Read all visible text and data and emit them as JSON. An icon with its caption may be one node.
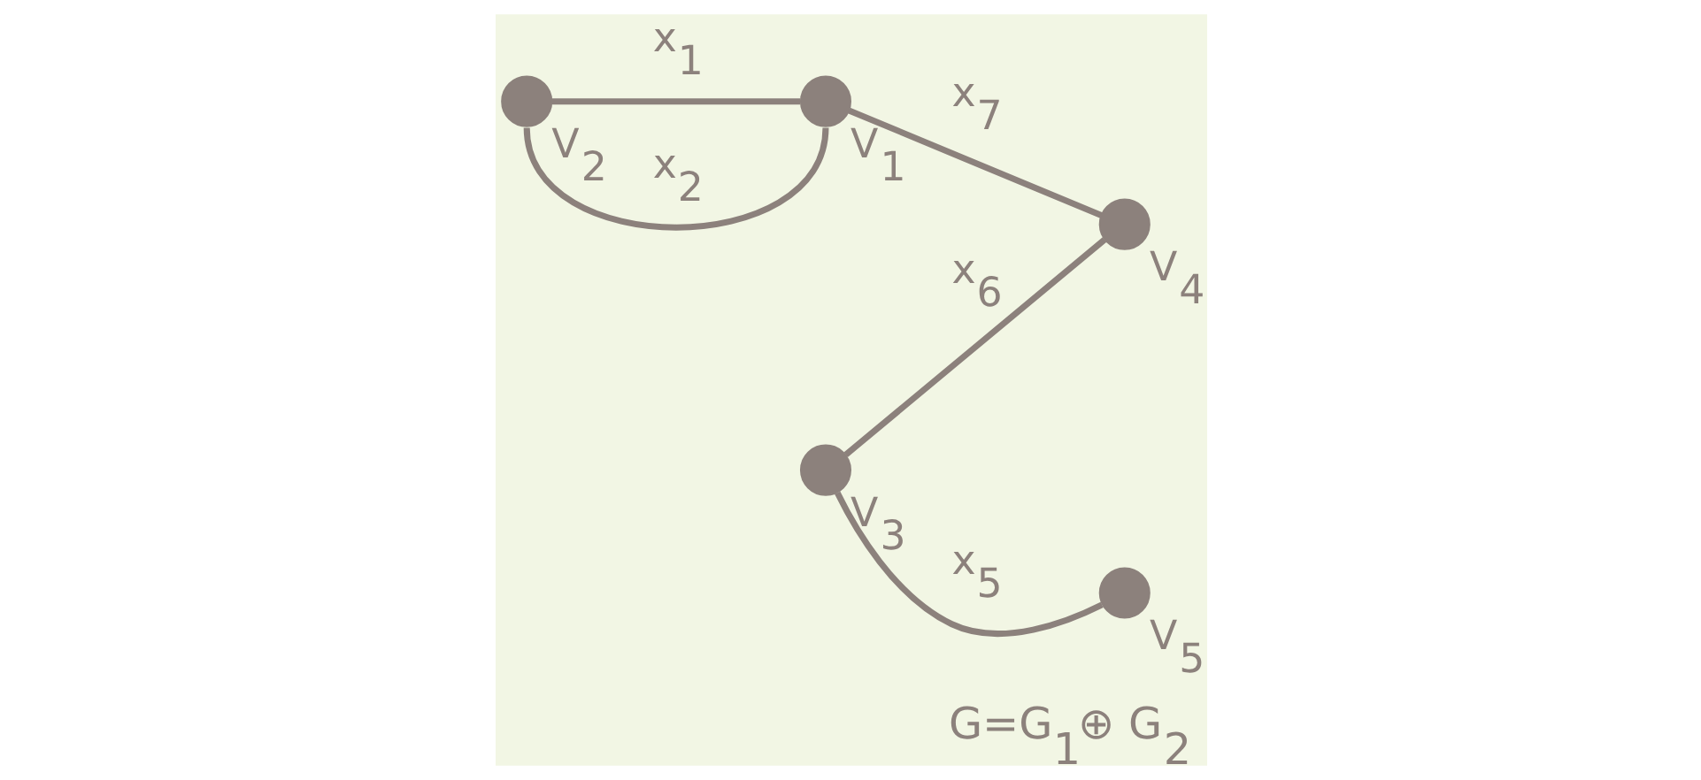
{
  "diagram": {
    "caption": "G=G$_{1}$⊕ G$_{2}$",
    "nodes": [
      {
        "text": [],
        "shape": "circle",
        "beside": [
          "V$_{1}$"
        ]
      },
      {
        "text": [],
        "shape": "circle",
        "beside": [
          "V$_{2}$"
        ]
      },
      {
        "text": [],
        "shape": "circle",
        "beside": [
          "V$_{3}$"
        ]
      },
      {
        "text": [],
        "shape": "circle",
        "beside": [
          "V$_{4}$"
        ]
      },
      {
        "text": [],
        "shape": "circle",
        "beside": [
          "V$_{5}$"
        ]
      }
    ],
    "edges": [
      {
        "from": 0,
        "to": 1,
        "arrow": "none",
        "label": "x$_{1}$"
      },
      {
        "from": 0,
        "to": 1,
        "arrow": "none",
        "label": "x$_{2}$"
      },
      {
        "from": 4,
        "to": 2,
        "arrow": "none",
        "label": "x$_{5}$"
      },
      {
        "from": 3,
        "to": 2,
        "arrow": "none",
        "label": "x$_{6}$"
      },
      {
        "from": 3,
        "to": 0,
        "arrow": "none",
        "label": "x$_{7}$"
      }
    ]
  }
}
